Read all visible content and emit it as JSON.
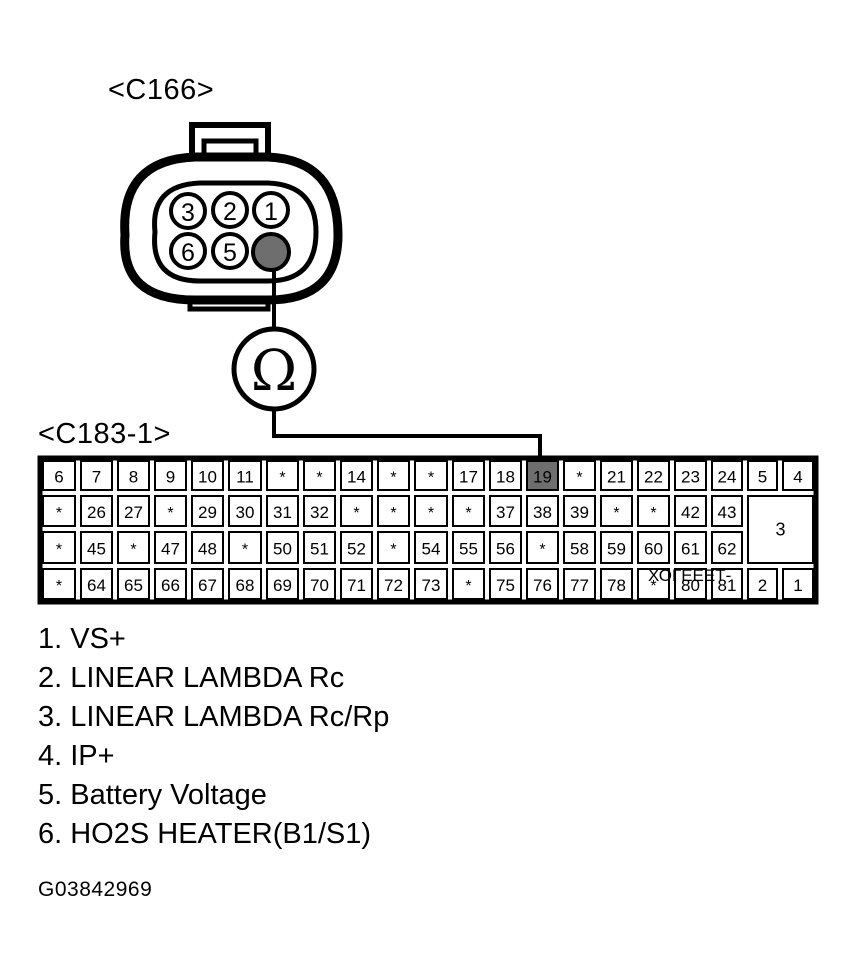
{
  "connector_top": {
    "label": "<C166>",
    "pins": [
      "1",
      "2",
      "3",
      "5",
      "6"
    ],
    "meter_symbol": "Ω"
  },
  "connector_bottom": {
    "label": "<C183-1>",
    "rows": [
      [
        "6",
        "7",
        "8",
        "9",
        "10",
        "11",
        "*",
        "*",
        "14",
        "*",
        "*",
        "17",
        "18",
        "19",
        "*",
        "21",
        "22",
        "23",
        "24",
        "5",
        "4"
      ],
      [
        "*",
        "26",
        "27",
        "*",
        "29",
        "30",
        "31",
        "32",
        "*",
        "*",
        "*",
        "*",
        "37",
        "38",
        "39",
        "*",
        "*",
        "42",
        "43",
        "3"
      ],
      [
        "*",
        "45",
        "*",
        "47",
        "48",
        "*",
        "50",
        "51",
        "52",
        "*",
        "54",
        "55",
        "56",
        "*",
        "58",
        "59",
        "60",
        "61",
        "62"
      ],
      [
        "*",
        "64",
        "65",
        "66",
        "67",
        "68",
        "69",
        "70",
        "71",
        "72",
        "73",
        "*",
        "75",
        "76",
        "77",
        "78",
        "*",
        "80",
        "81",
        "2",
        "1"
      ]
    ],
    "highlighted_pin": "19",
    "overlay_text": "ХОГЕЕЕТ-"
  },
  "legend": [
    "1. VS+",
    "2. LINEAR LAMBDA Rc",
    "3. LINEAR LAMBDA Rc/Rp",
    "4. IP+",
    "5. Battery Voltage",
    "6. HO2S HEATER(B1/S1)"
  ],
  "figure_id": "G03842969",
  "colors": {
    "ink": "#000000",
    "highlight": "#6e6e6e"
  }
}
